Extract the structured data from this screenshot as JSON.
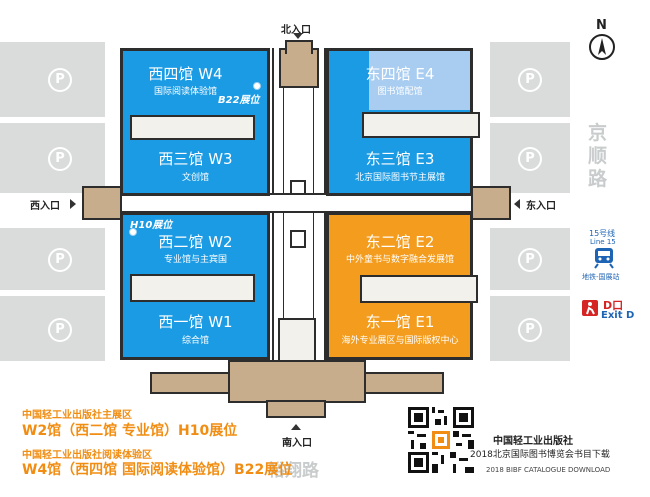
{
  "compass": {
    "label": "N"
  },
  "gates": {
    "north": "北入口",
    "south": "南入口",
    "west": "西入口",
    "east": "东入口"
  },
  "halls": {
    "w4": {
      "name": "西四馆 W4",
      "sub": "国际阅读体验馆"
    },
    "w3": {
      "name": "西三馆 W3",
      "sub": "文创馆"
    },
    "w2": {
      "name": "西二馆 W2",
      "sub": "专业馆与主宾国"
    },
    "w1": {
      "name": "西一馆 W1",
      "sub": "综合馆"
    },
    "e4": {
      "name": "东四馆 E4",
      "sub": "图书馆配馆"
    },
    "e3": {
      "name": "东三馆 E3",
      "sub": "北京国际图书节主展馆"
    },
    "e2": {
      "name": "东二馆 E2",
      "sub": "中外童书与数字融合发展馆"
    },
    "e1": {
      "name": "东一馆 E1",
      "sub": "海外专业展区与国际版权中心"
    }
  },
  "booths": {
    "b22": "B22展位",
    "h10": "H10展位"
  },
  "parking_symbol": "P",
  "roads": {
    "east": "京顺路",
    "south": "裕翔路"
  },
  "metro": {
    "line_top": "15号线",
    "line_en": "Line 15",
    "station": "地铁-国展站"
  },
  "exit": {
    "cn": "D口",
    "en": "Exit D"
  },
  "legend": {
    "main_label": "中国轻工业出版社主展区",
    "main_value": "W2馆（西二馆 专业馆）H10展位",
    "reading_label": "中国轻工业出版社阅读体验区",
    "reading_value": "W4馆（西四馆 国际阅读体验馆）B22展位"
  },
  "publisher": {
    "name": "中国轻工业出版社",
    "catalogue_cn": "2018北京国际图书博览会书目下载",
    "catalogue_en": "2018 BIBF CATALOGUE DOWNLOAD"
  },
  "colors": {
    "blue_hall": "#1b9be4",
    "orange_hall": "#f39c1e",
    "light_blue": "#a9cdf0",
    "tan": "#c8ad8c",
    "parking": "#dadcdc",
    "legend_orange": "#f08d12"
  }
}
